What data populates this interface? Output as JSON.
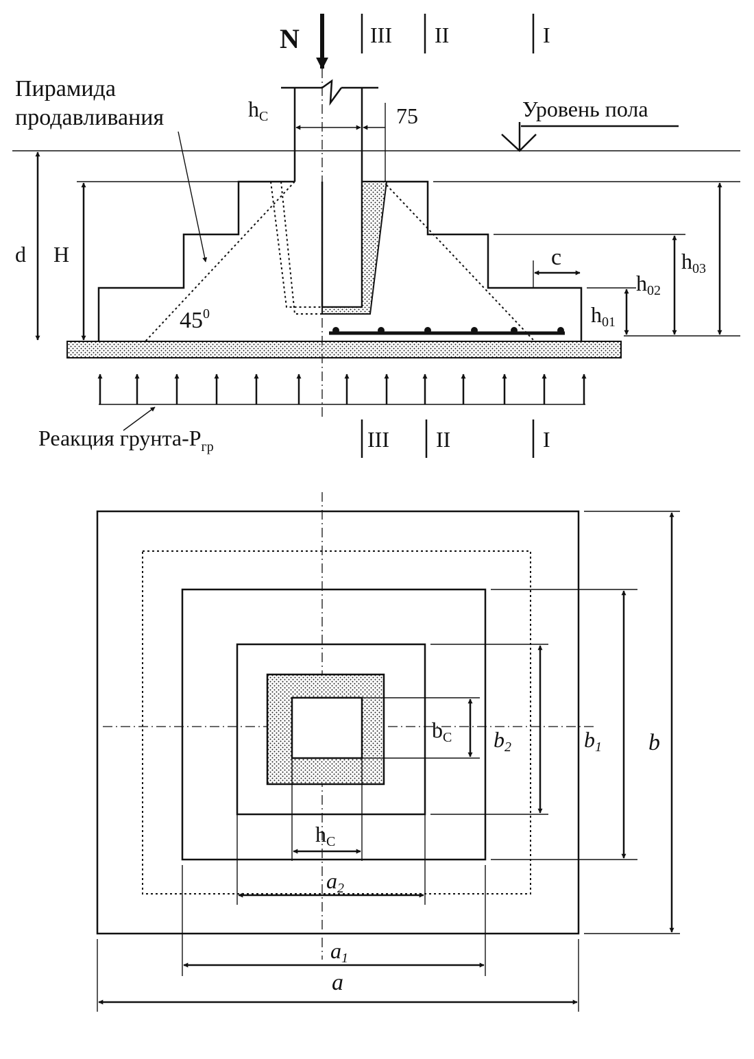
{
  "top": {
    "load": "N",
    "sections_top": [
      "III",
      "II",
      "I"
    ],
    "sections_bottom": [
      "III",
      "II",
      "I"
    ],
    "pyramid_label_line1": "Пирамида",
    "pyramid_label_line2": "продавливания",
    "column_dim": "h",
    "column_dim_sub": "C",
    "gap_dim": "75",
    "floor_label": "Уровень пола",
    "depth": "d",
    "height": "H",
    "angle": "45",
    "angle_sup": "0",
    "step_dim": "c",
    "h01": "h",
    "h01_sub": "01",
    "h02": "h",
    "h02_sub": "02",
    "h03": "h",
    "h03_sub": "03",
    "reaction_label": "Реакция грунта-P",
    "reaction_sub": "гр"
  },
  "plan": {
    "bc": "b",
    "bc_sub": "C",
    "b2": "b",
    "b2_sub": "2",
    "b1": "b",
    "b1_sub": "1",
    "b": "b",
    "hc": "h",
    "hc_sub": "C",
    "a2": "a",
    "a2_sub": "2",
    "a1": "a",
    "a1_sub": "1",
    "a": "a"
  }
}
